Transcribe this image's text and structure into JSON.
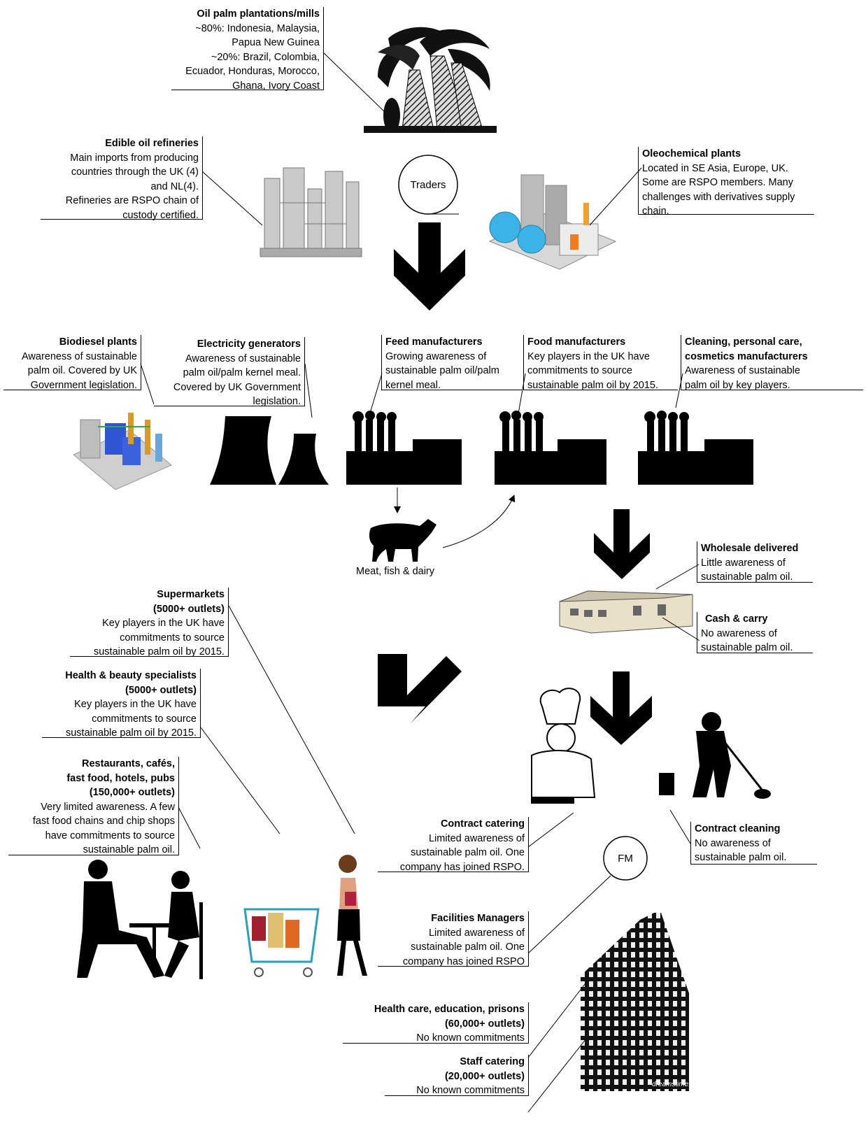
{
  "plantations": {
    "title": "Oil palm plantations/mills",
    "body": "~80%: Indonesia, Malaysia,\nPapua New Guinea\n~20%: Brazil, Colombia,\nEcuador, Honduras, Morocco,\nGhana, Ivory Coast"
  },
  "refineries": {
    "title": "Edible oil refineries",
    "body": "Main imports from producing\ncountries  through the UK (4)\nand NL(4).\nRefineries are RSPO chain of\ncustody certified."
  },
  "traders": "Traders",
  "oleochemical": {
    "title": "Oleochemical plants",
    "body": "Located in SE Asia, Europe, UK.\nSome are RSPO members. Many\nchallenges with derivatives supply\nchain."
  },
  "biodiesel": {
    "title": "Biodiesel plants",
    "body": "Awareness of sustainable\npalm oil. Covered by UK\nGovernment legislation."
  },
  "electricity": {
    "title": "Electricity generators",
    "body": "Awareness of sustainable\npalm oil/palm kernel meal.\nCovered by UK Government\nlegislation."
  },
  "feed": {
    "title": "Feed manufacturers",
    "body": "Growing awareness of\nsustainable palm oil/palm\nkernel meal."
  },
  "food": {
    "title": "Food manufacturers",
    "body": "Key players in the UK have\ncommitments to source\nsustainable palm oil by 2015."
  },
  "cleaning": {
    "title": "Cleaning, personal care,\ncosmetics manufacturers",
    "body": "Awareness of sustainable\npalm oil by key players."
  },
  "meat": "Meat, fish & dairy",
  "wholesale": {
    "title": "Wholesale delivered",
    "body": "Little awareness of\nsustainable palm oil."
  },
  "cashcarry": {
    "title": "Cash & carry",
    "body": "No awareness of\nsustainable palm oil."
  },
  "supermarkets": {
    "title": "Supermarkets\n(5000+ outlets)",
    "body": "Key players in the UK have\ncommitments to source\nsustainable palm oil by 2015."
  },
  "healthbeauty": {
    "title": "Health & beauty specialists\n(5000+ outlets)",
    "body": "Key players in the UK have\ncommitments to source\nsustainable palm oil by 2015."
  },
  "restaurants": {
    "title": "Restaurants, cafés,\nfast food, hotels, pubs\n(150,000+ outlets)",
    "body": "Very limited awareness. A few\nfast food chains and chip shops\nhave commitments to source\nsustainable palm oil."
  },
  "contract_catering": {
    "title": "Contract catering",
    "body": "Limited awareness of\nsustainable palm oil. One\ncompany has joined RSPO."
  },
  "contract_cleaning": {
    "title": "Contract cleaning",
    "body": "No awareness of\nsustainable palm oil."
  },
  "fm": "FM",
  "facilities": {
    "title": "Facilities Managers",
    "body": "Limited awareness of\nsustainable palm oil. One\ncompany has joined RSPO"
  },
  "healthcare": {
    "title": "Health care, education, prisons\n(60,000+ outlets)",
    "body": "No known commitments"
  },
  "staff_catering": {
    "title": "Staff catering\n(20,000+ outlets)",
    "body": "No known commitments"
  },
  "watermark": "dreamstime.com"
}
